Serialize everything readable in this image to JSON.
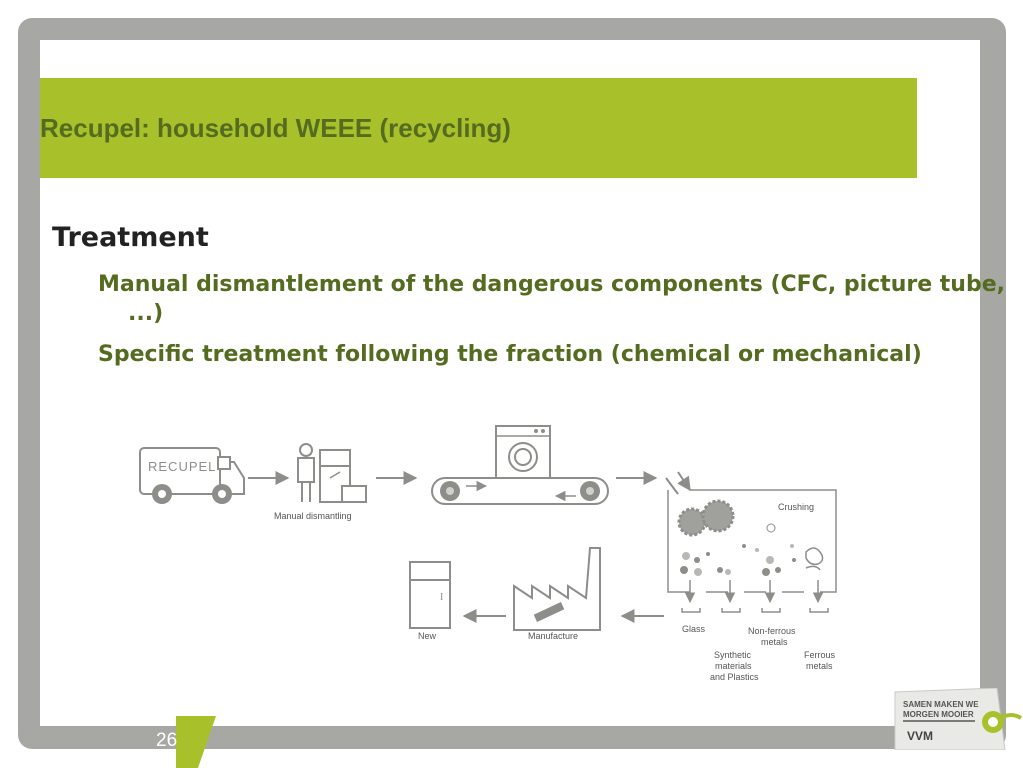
{
  "slide": {
    "title": "Recupel: household WEEE (recycling)",
    "heading": "Treatment",
    "bullets": [
      "Manual dismantlement of the dangerous components (CFC, picture tube, ...)",
      "Specific treatment following the fraction (chemical or mechanical)"
    ],
    "page_number": "26"
  },
  "diagram": {
    "truck_text": "RECUPEL",
    "manual_dismantling": "Manual dismantling",
    "crushing": "Crushing",
    "glass": "Glass",
    "non_ferrous": "Non-ferrous",
    "non_ferrous_2": "metals",
    "synthetic_1": "Synthetic",
    "synthetic_2": "materials",
    "synthetic_3": "and Plastics",
    "ferrous_1": "Ferrous",
    "ferrous_2": "metals",
    "manufacture": "Manufacture",
    "new": "New",
    "fridge_mark": "I"
  },
  "badge": {
    "line1": "SAMEN MAKEN WE",
    "line2": "MORGEN MOOIER",
    "logo": "VVM"
  },
  "colors": {
    "frame": "#a7a8a3",
    "accent_green": "#a8c12b",
    "title_text": "#556b1f",
    "bullet_text": "#556b1f",
    "diagram_line": "#8d8e8a"
  }
}
